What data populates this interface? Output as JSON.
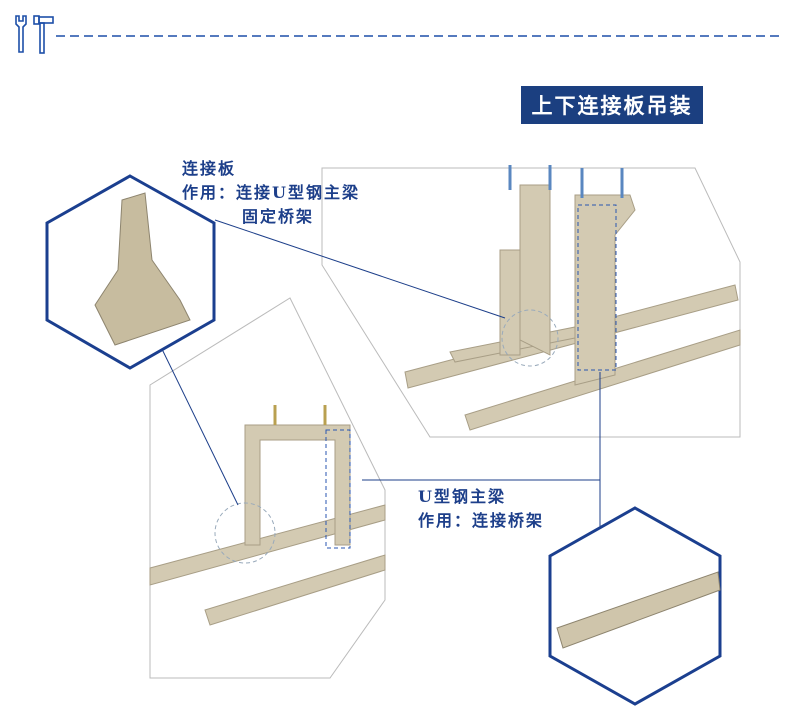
{
  "header": {
    "icon": "tools-icon",
    "accent": "#1d4fa8"
  },
  "title": "上下连接板吊装",
  "callout_plate": {
    "name": "连接板",
    "function": "作用：连接U型钢主梁",
    "function_cont": "固定桥架"
  },
  "callout_beam": {
    "name": "U型钢主梁",
    "function": "作用：连接桥架"
  },
  "colors": {
    "navy": "#1b3f80",
    "label": "#1d3f8a",
    "tray": "#c9bfa6"
  }
}
